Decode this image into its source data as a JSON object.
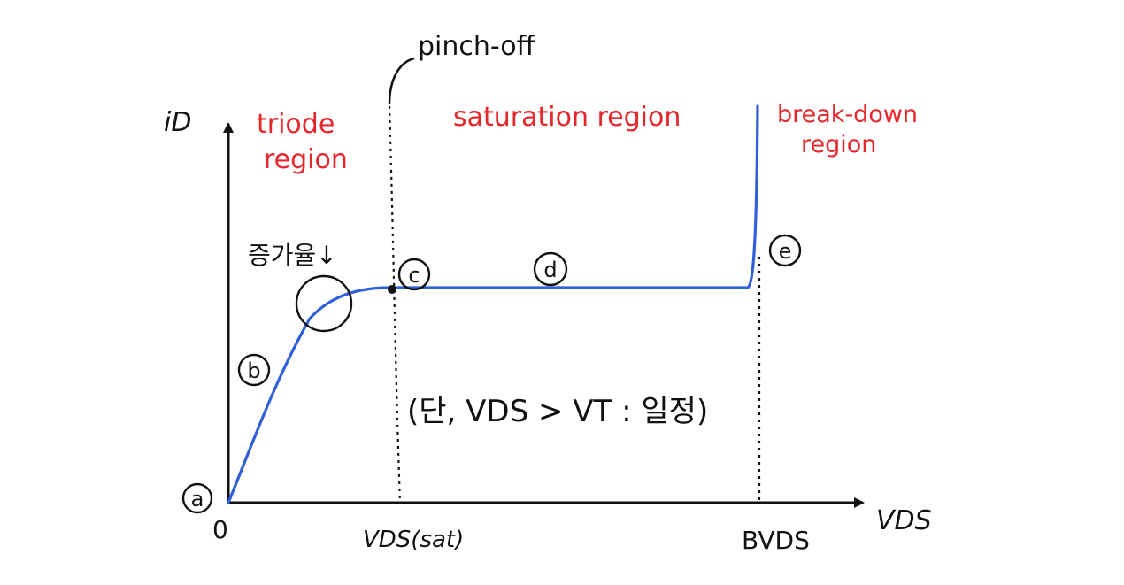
{
  "colors": {
    "ink": "#111111",
    "curve": "#2f5fd9",
    "region_label": "#e5262b"
  },
  "axes": {
    "y_label": "iD",
    "x_label": "VDS",
    "origin_label": "0"
  },
  "x_ticks": {
    "vds_sat": "VDS(sat)",
    "bv_ds": "BVDS"
  },
  "regions": {
    "triode_line1": "triode",
    "triode_line2": "region",
    "saturation": "saturation region",
    "breakdown_line1": "break-down",
    "breakdown_line2": "region"
  },
  "annotations": {
    "pinch_off": "pinch-off",
    "rate_decrease": "증가율↓",
    "condition": "(단, VDS > VT : 일정)"
  },
  "points": {
    "a": "a",
    "b": "b",
    "c": "c",
    "d": "d",
    "e": "e"
  }
}
